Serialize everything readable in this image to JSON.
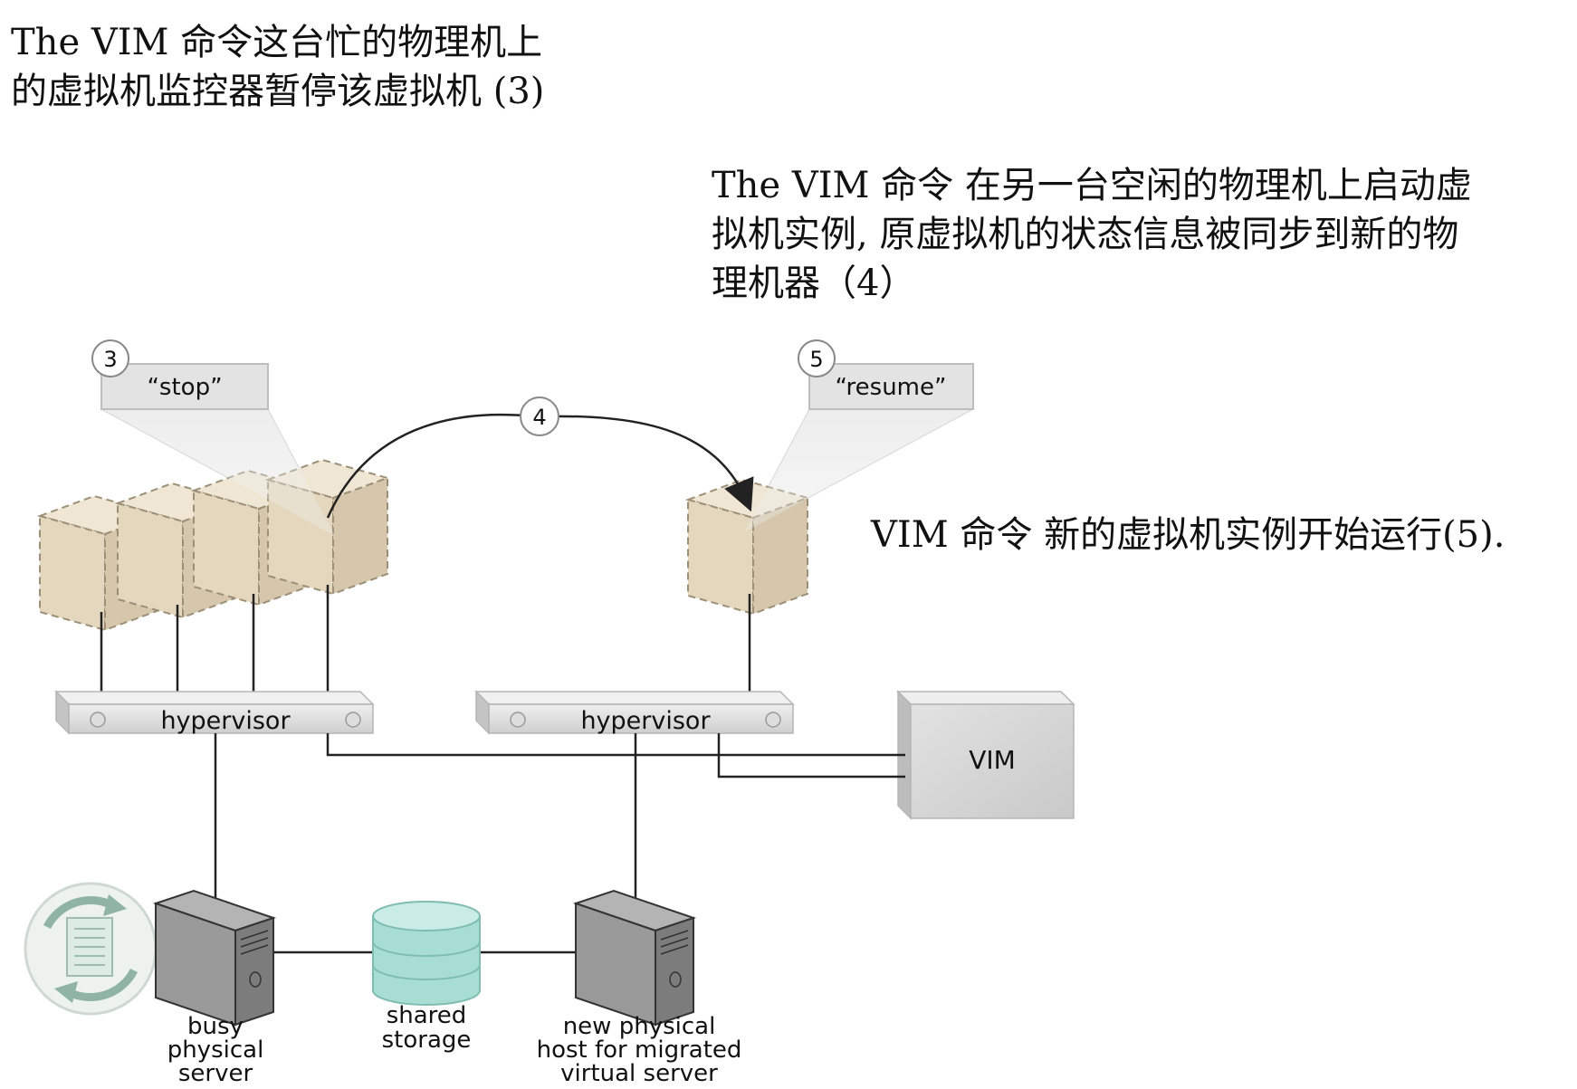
{
  "captions": {
    "step3": {
      "line1": "The VIM 命令这台忙的物理机上",
      "line2": "的虚拟机监控器暂停该虚拟机 (3)"
    },
    "step4": {
      "line1": "The VIM 命令 在另一台空闲的物理机上启动虚",
      "line2": "拟机实例, 原虚拟机的状态信息被同步到新的物",
      "line3": "理机器（4）"
    },
    "step5": {
      "line1": "VIM 命令 新的虚拟机实例开始运行(5)."
    }
  },
  "diagram": {
    "callouts": {
      "stop": {
        "step": "3",
        "label": "“stop”"
      },
      "resume": {
        "step": "5",
        "label": "“resume”"
      },
      "migrate_step": "4"
    },
    "hypervisor_left": "hypervisor",
    "hypervisor_right": "hypervisor",
    "vim": "VIM",
    "busy_server": {
      "line1": "busy",
      "line2": "physical",
      "line3": "server"
    },
    "shared_storage": {
      "line1": "shared",
      "line2": "storage"
    },
    "new_host": {
      "line1": "new physical",
      "line2": "host for migrated",
      "line3": "virtual server"
    }
  },
  "icons": {
    "vm_box": "virtual-machine-icon",
    "physical_server": "server-tower-icon",
    "storage": "database-cylinder-icon",
    "replication": "document-sync-icon"
  },
  "colors": {
    "vm_fill": "#e8dcc6",
    "vm_side": "#d6c7ac",
    "server_gray": "#8c8c8c",
    "storage_teal": "#a8ddd4",
    "hypervisor_gray": "#dcdcdc",
    "line": "#222222"
  }
}
